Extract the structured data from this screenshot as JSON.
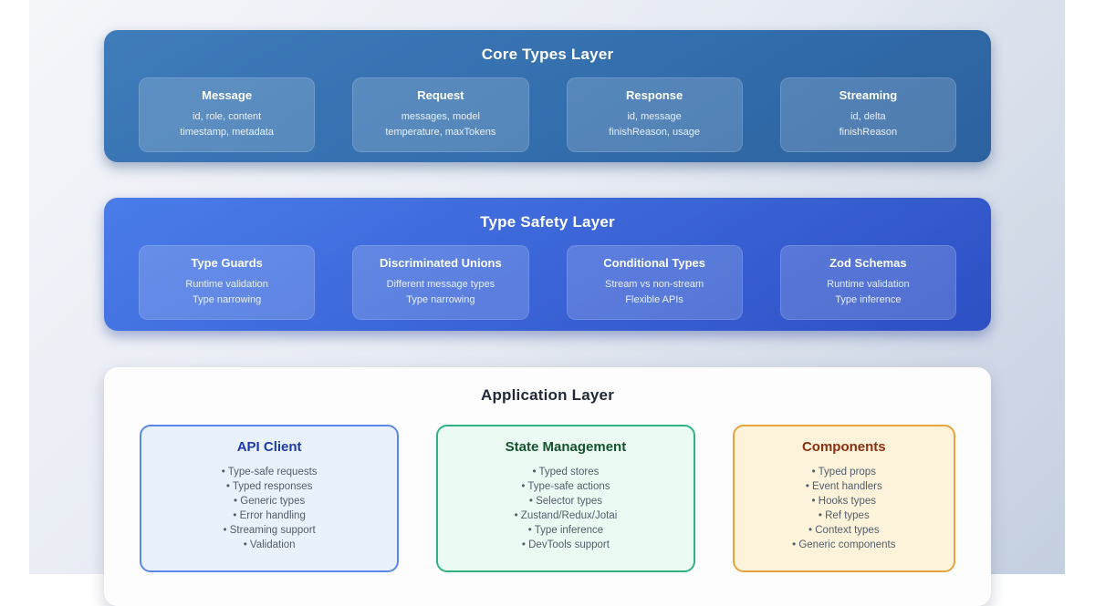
{
  "page": {
    "background_top_left": "#f4f6fa",
    "background_bottom_right": "#c4cfe0",
    "margin_color": "#ffffff"
  },
  "layers": {
    "core": {
      "title": "Core Types Layer",
      "color_top": "#3f7cba",
      "color_bottom": "#2c619e",
      "cards": [
        {
          "title": "Message",
          "lines": [
            "id, role, content",
            "timestamp, metadata"
          ]
        },
        {
          "title": "Request",
          "lines": [
            "messages, model",
            "temperature, maxTokens"
          ]
        },
        {
          "title": "Response",
          "lines": [
            "id, message",
            "finishReason, usage"
          ]
        },
        {
          "title": "Streaming",
          "lines": [
            "id, delta",
            "finishReason"
          ]
        }
      ]
    },
    "safety": {
      "title": "Type Safety Layer",
      "color_top": "#4a7de9",
      "color_bottom": "#2d50c4",
      "cards": [
        {
          "title": "Type Guards",
          "lines": [
            "Runtime validation",
            "Type narrowing"
          ]
        },
        {
          "title": "Discriminated Unions",
          "lines": [
            "Different message types",
            "Type narrowing"
          ]
        },
        {
          "title": "Conditional Types",
          "lines": [
            "Stream vs non-stream",
            "Flexible APIs"
          ]
        },
        {
          "title": "Zod Schemas",
          "lines": [
            "Runtime validation",
            "Type inference"
          ]
        }
      ]
    },
    "app": {
      "title": "Application Layer",
      "cards": [
        {
          "title": "API Client",
          "accent": "#5b87e8",
          "background": "#e9f1fc",
          "title_color": "#1e3aa8",
          "items": [
            "• Type-safe requests",
            "• Typed responses",
            "• Generic types",
            "• Error handling",
            "• Streaming support",
            "• Validation"
          ]
        },
        {
          "title": "State Management",
          "accent": "#2fb380",
          "background": "#ebfaf2",
          "title_color": "#14532d",
          "items": [
            "• Typed stores",
            "• Type-safe actions",
            "• Selector types",
            "• Zustand/Redux/Jotai",
            "• Type inference",
            "• DevTools support"
          ]
        },
        {
          "title": "Components",
          "accent": "#e8a33c",
          "background": "#fcf3da",
          "title_color": "#8b2f10",
          "items": [
            "• Typed props",
            "• Event handlers",
            "• Hooks types",
            "• Ref types",
            "• Context types",
            "• Generic components"
          ]
        }
      ]
    }
  }
}
